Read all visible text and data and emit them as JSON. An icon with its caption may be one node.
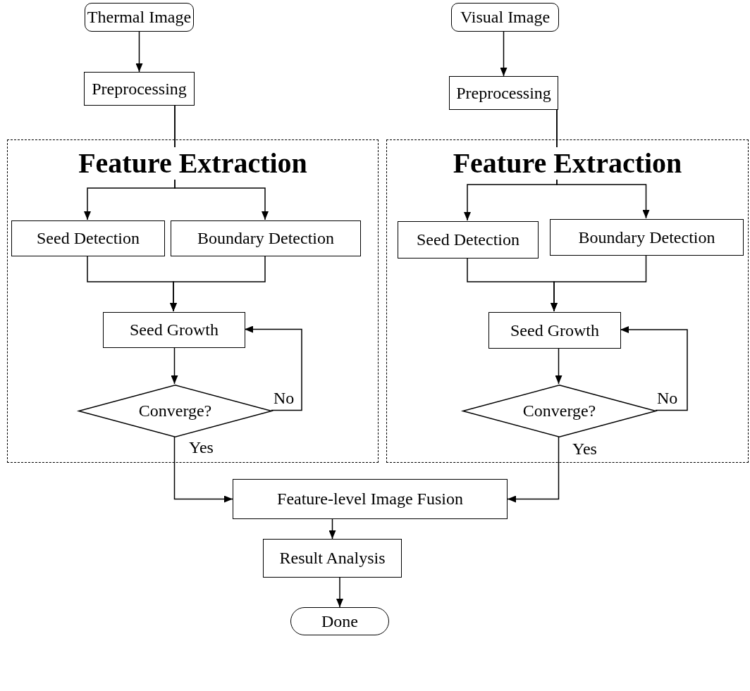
{
  "diagram": {
    "nodes": [
      {
        "text": [
          "Thermal Image"
        ]
      },
      {
        "text": [
          "Preprocessing"
        ]
      },
      {
        "text": [
          "Feature Extraction"
        ]
      },
      {
        "text": [
          "Seed Detection"
        ],
        "in": 2
      },
      {
        "text": [
          "Boundary Detection"
        ],
        "in": 2
      },
      {
        "text": [
          "Seed Growth"
        ],
        "in": 2
      },
      {
        "text": [
          "Converge?"
        ],
        "in": 2
      },
      {
        "text": [
          "Visual Image"
        ]
      },
      {
        "text": [
          "Preprocessing"
        ]
      },
      {
        "text": [
          "Feature Extraction"
        ]
      },
      {
        "text": [
          "Seed Detection"
        ],
        "in": 9
      },
      {
        "text": [
          "Boundary Detection"
        ],
        "in": 9
      },
      {
        "text": [
          "Seed Growth"
        ],
        "in": 9
      },
      {
        "text": [
          "Converge?"
        ],
        "in": 9
      },
      {
        "text": [
          "Feature-level Image Fusion"
        ]
      },
      {
        "text": [
          "Result Analysis"
        ]
      },
      {
        "text": [
          "Done"
        ]
      }
    ],
    "edges": [
      {
        "from": 0,
        "to": 1,
        "arrow": "to"
      },
      {
        "from": 1,
        "to": 3,
        "arrow": "to"
      },
      {
        "from": 1,
        "to": 4,
        "arrow": "to"
      },
      {
        "from": 3,
        "to": 5,
        "arrow": "to"
      },
      {
        "from": 4,
        "to": 5,
        "arrow": "to"
      },
      {
        "from": 5,
        "to": 6,
        "arrow": "to"
      },
      {
        "from": 6,
        "to": 5,
        "arrow": "to",
        "label": "No"
      },
      {
        "from": 6,
        "to": 14,
        "arrow": "to",
        "label": "Yes"
      },
      {
        "from": 7,
        "to": 8,
        "arrow": "to"
      },
      {
        "from": 8,
        "to": 10,
        "arrow": "to"
      },
      {
        "from": 8,
        "to": 11,
        "arrow": "to"
      },
      {
        "from": 10,
        "to": 12,
        "arrow": "to"
      },
      {
        "from": 11,
        "to": 12,
        "arrow": "to"
      },
      {
        "from": 12,
        "to": 13,
        "arrow": "to"
      },
      {
        "from": 13,
        "to": 12,
        "arrow": "to",
        "label": "No"
      },
      {
        "from": 13,
        "to": 14,
        "arrow": "to",
        "label": "Yes"
      },
      {
        "from": 14,
        "to": 15,
        "arrow": "to"
      },
      {
        "from": 15,
        "to": 16,
        "arrow": "to"
      }
    ]
  }
}
